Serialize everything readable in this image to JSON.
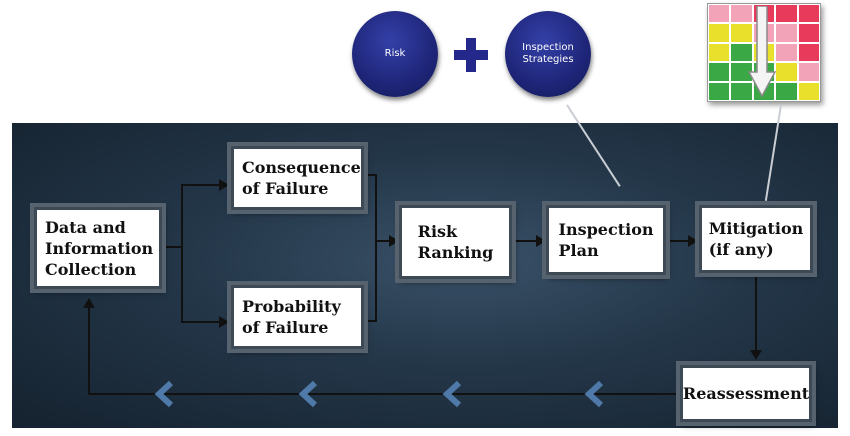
{
  "boxes": {
    "data_collection": "Data and\nInformation\nCollection",
    "consequence": "Consequence\nof Failure",
    "probability": "Probability\nof Failure",
    "risk_ranking": "Risk\nRanking",
    "inspection_plan": "Inspection\nPlan",
    "mitigation": "Mitigation\n(if any)",
    "reassessment": "Reassessment"
  },
  "circles": {
    "risk": "Risk",
    "inspection_strategies": "Inspection\nStrategies"
  },
  "risk_matrix": [
    [
      "#f2a3b8",
      "#f2a3b8",
      "#e83a5a",
      "#e83a5a",
      "#e83a5a"
    ],
    [
      "#e8e02a",
      "#e8e02a",
      "#f2a3b8",
      "#f2a3b8",
      "#e83a5a"
    ],
    [
      "#e8e02a",
      "#39a845",
      "#e8e02a",
      "#f2a3b8",
      "#e83a5a"
    ],
    [
      "#39a845",
      "#39a845",
      "#39a845",
      "#e8e02a",
      "#f2a3b8"
    ],
    [
      "#39a845",
      "#39a845",
      "#39a845",
      "#39a845",
      "#e8e02a"
    ]
  ],
  "colors": {
    "panel": "#233648",
    "circle": "#1e2578",
    "chevron": "#4f79a8"
  }
}
